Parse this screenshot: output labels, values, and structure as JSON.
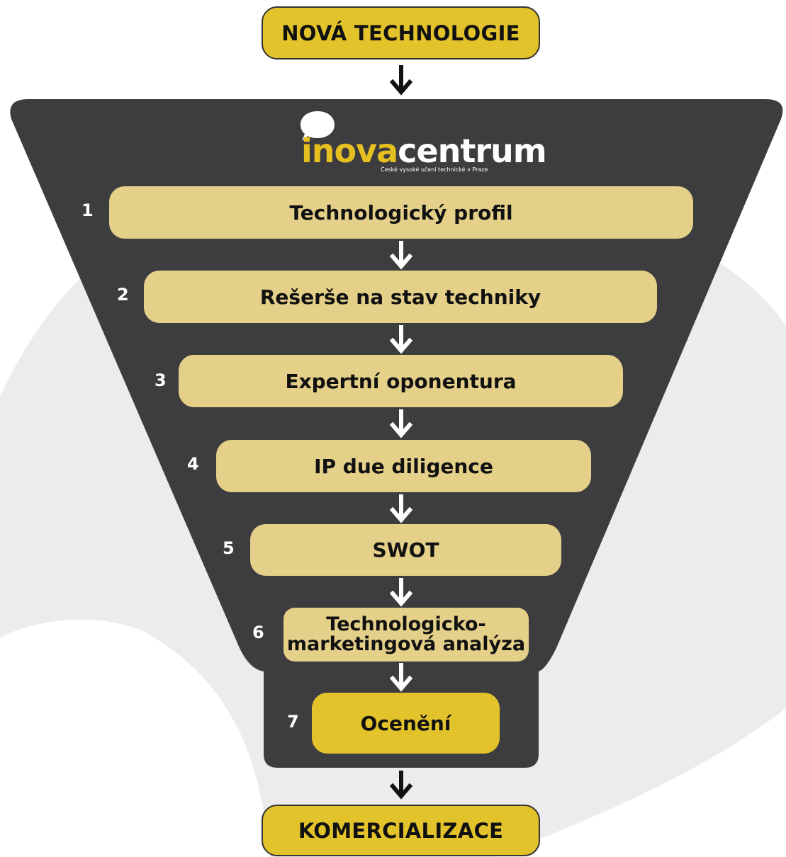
{
  "colors": {
    "page_background": "#ffffff",
    "decorative_shape": "#ececec",
    "funnel": "#3d3c3f",
    "endpoint_box": "#e3c32b",
    "step_box": "#e4d089",
    "final_step_box": "#e3c32b",
    "arrow_dark": "#111111",
    "arrow_light": "#ffffff"
  },
  "diagram": {
    "start": {
      "label": "NOVÁ TECHNOLOGIE"
    },
    "end": {
      "label": "KOMERCIALIZACE"
    },
    "logo": {
      "word_part1": "inova",
      "word_part2": "centrum",
      "subtitle": "České vysoké učení technické v Praze"
    },
    "steps": [
      {
        "number": "1",
        "label": "Technologický profil"
      },
      {
        "number": "2",
        "label": "Rešerše na stav techniky"
      },
      {
        "number": "3",
        "label": "Expertní oponentura"
      },
      {
        "number": "4",
        "label": "IP due diligence"
      },
      {
        "number": "5",
        "label": "SWOT"
      },
      {
        "number": "6",
        "label_line1": "Technologicko-",
        "label_line2": "marketingová analýza"
      },
      {
        "number": "7",
        "label": "Ocenění"
      }
    ]
  }
}
